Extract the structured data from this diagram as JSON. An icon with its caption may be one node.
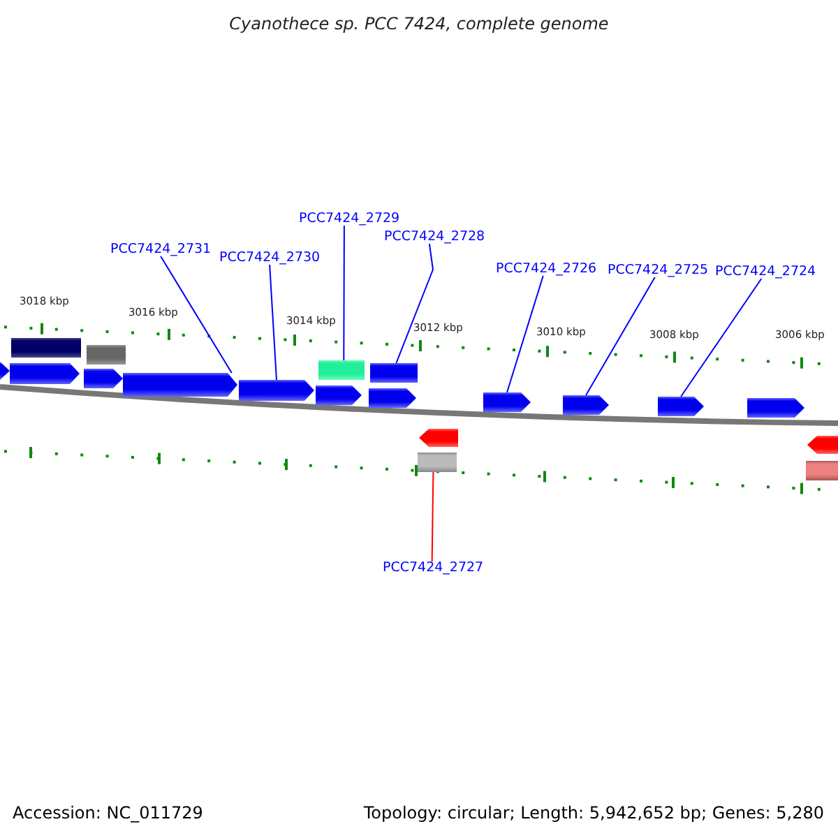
{
  "diagram": {
    "title": "Cyanothece sp. PCC 7424, complete genome",
    "nodes": [
      {
        "text": [
          "PCC7424_2731"
        ]
      },
      {
        "text": [
          "PCC7424_2730"
        ]
      },
      {
        "text": [
          "PCC7424_2729"
        ]
      },
      {
        "text": [
          "PCC7424_2728"
        ]
      },
      {
        "text": [
          "PCC7424_2726"
        ]
      },
      {
        "text": [
          "PCC7424_2725"
        ]
      },
      {
        "text": [
          "PCC7424_2724"
        ]
      },
      {
        "text": [],
        "shape": "arrow"
      },
      {
        "text": [],
        "shape": "arrow"
      },
      {
        "text": [],
        "shape": "box"
      },
      {
        "text": [],
        "shape": "arrow"
      },
      {
        "text": [],
        "shape": "box"
      },
      {
        "text": [],
        "shape": "arrow"
      },
      {
        "text": [],
        "shape": "arrow"
      },
      {
        "text": [],
        "shape": "arrow"
      },
      {
        "text": [],
        "shape": "box"
      },
      {
        "text": [],
        "shape": "arrow"
      },
      {
        "text": [],
        "shape": "box"
      },
      {
        "text": [],
        "shape": "box"
      },
      {
        "text": [],
        "shape": "arrow"
      },
      {
        "text": [],
        "shape": "arrow"
      },
      {
        "text": [],
        "shape": "arrow"
      },
      {
        "text": [],
        "shape": "arrow"
      },
      {
        "text": [],
        "shape": "arrow"
      },
      {
        "text": [],
        "shape": "box"
      },
      {
        "text": [],
        "shape": "arrow"
      },
      {
        "text": [
          "PCC7424_2727"
        ]
      }
    ],
    "edges": [
      {
        "from": 0,
        "to": 12,
        "arrow": "none"
      },
      {
        "from": 1,
        "to": 13,
        "arrow": "none"
      },
      {
        "from": 2,
        "to": 15,
        "arrow": "none"
      },
      {
        "from": 3,
        "to": 17,
        "arrow": "none"
      },
      {
        "from": 4,
        "to": 20,
        "arrow": "none"
      },
      {
        "from": 5,
        "to": 21,
        "arrow": "none"
      },
      {
        "from": 6,
        "to": 22,
        "arrow": "none"
      },
      {
        "from": 26,
        "to": 18,
        "arrow": "none",
        "color": "#ff0000"
      }
    ],
    "labels": [
      "3018 kbp",
      "3016 kbp",
      "3014 kbp",
      "3012 kbp",
      "3010 kbp",
      "3008 kbp",
      "3006 kbp",
      "Accession: NC_011729",
      "Topology: circular; Length: 5,942,652 bp; Genes: 5,280"
    ]
  }
}
